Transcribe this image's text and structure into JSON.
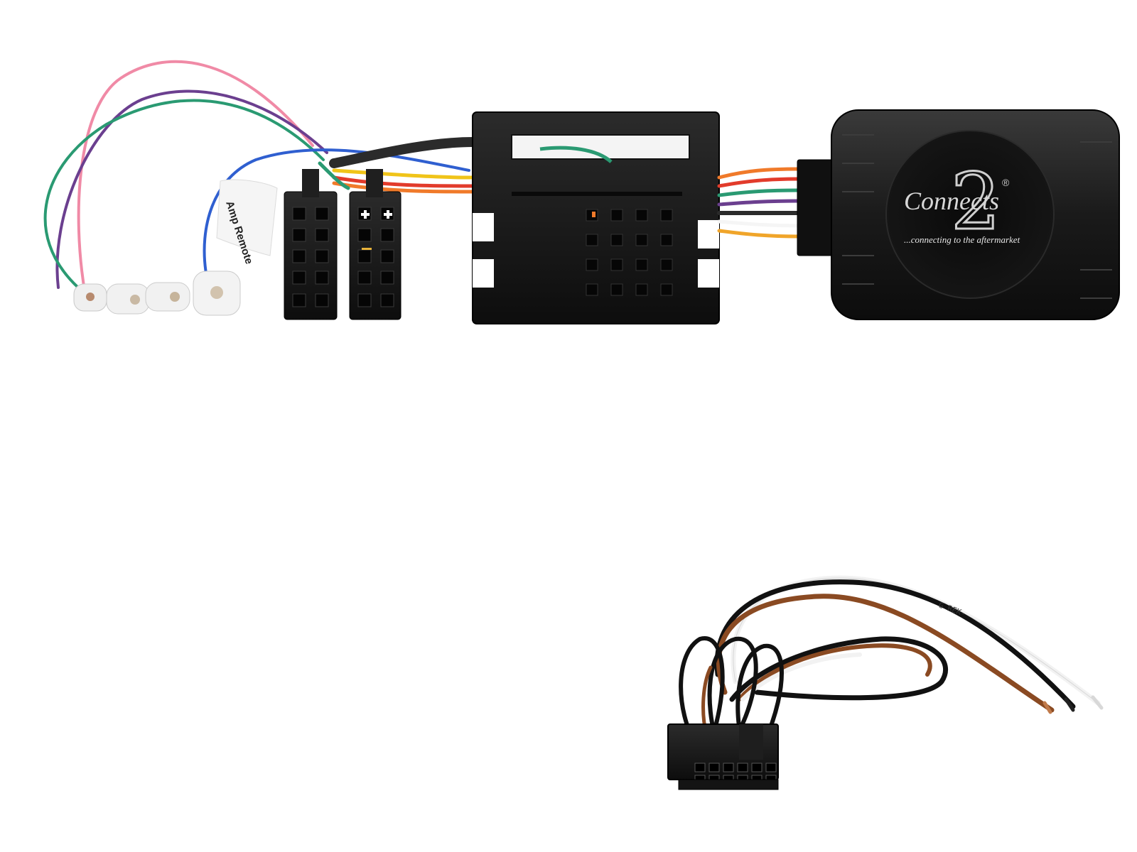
{
  "product": {
    "brand": "Connects",
    "brand_numeral": "2",
    "registered_mark": "®",
    "tagline": "...connecting to the aftermarket",
    "wire_tag_label": "Amp Remote",
    "cable_print": "G REK-"
  },
  "colors": {
    "housing": "#1b1b1b",
    "wire_pink": "#f08aa6",
    "wire_purple": "#6b3f8f",
    "wire_green": "#2a9a72",
    "wire_blue": "#2f5fd0",
    "wire_orange": "#f07a2a",
    "wire_brown": "#8a4a22",
    "wire_white": "#f2f2f2",
    "wire_black": "#111111"
  }
}
